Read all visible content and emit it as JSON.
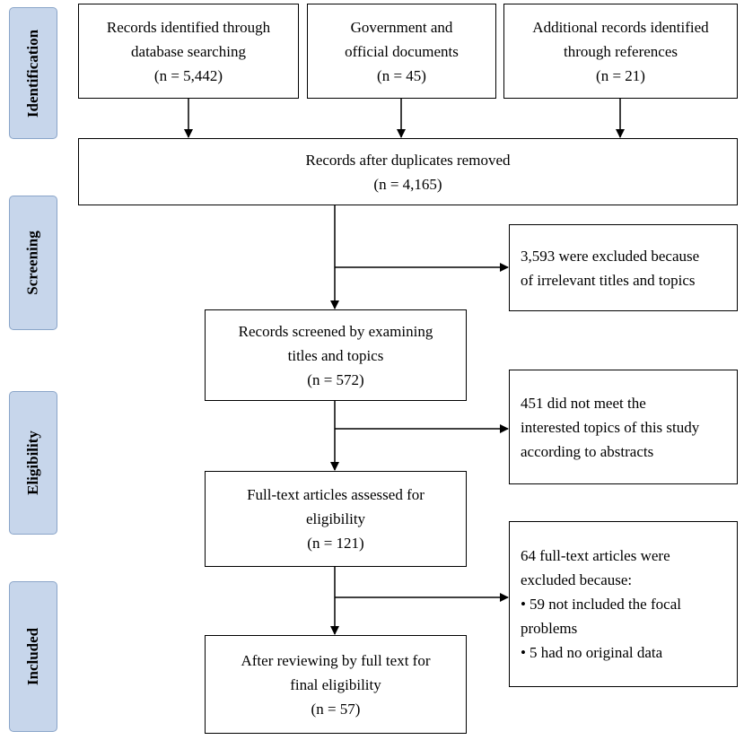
{
  "stages": [
    {
      "label": "Identification"
    },
    {
      "label": "Screening"
    },
    {
      "label": "Eligibility"
    },
    {
      "label": "Included"
    }
  ],
  "sources": [
    {
      "line1": "Records identified through",
      "line2": "database searching",
      "line3": "(n = 5,442)"
    },
    {
      "line1": "Government and",
      "line2": "official documents",
      "line3": "(n = 45)"
    },
    {
      "line1": "Additional records identified",
      "line2": "through references",
      "line3": "(n = 21)"
    }
  ],
  "duplicates": {
    "line1": "Records after duplicates removed",
    "line2": "(n = 4,165)"
  },
  "screened": {
    "line1": "Records screened by examining",
    "line2": "titles and topics",
    "line3": "(n = 572)"
  },
  "fulltext": {
    "line1": "Full-text articles assessed for",
    "line2": "eligibility",
    "line3": "(n = 121)"
  },
  "included": {
    "line1": "After reviewing by full text for",
    "line2": "final eligibility",
    "line3": "(n = 57)"
  },
  "excluded_titles": {
    "line1": "3,593 were excluded because",
    "line2": "of irrelevant titles and topics"
  },
  "excluded_abstracts": {
    "line1": "451 did not meet the",
    "line2": "interested topics of this study",
    "line3": "according to abstracts"
  },
  "excluded_fulltext": {
    "line1": "64 full-text articles were",
    "line2": "excluded because:",
    "bullet_symbol": "•",
    "bullet1_a": "59 not included the focal",
    "bullet1_b": "problems",
    "bullet2": "5 had no original data"
  }
}
